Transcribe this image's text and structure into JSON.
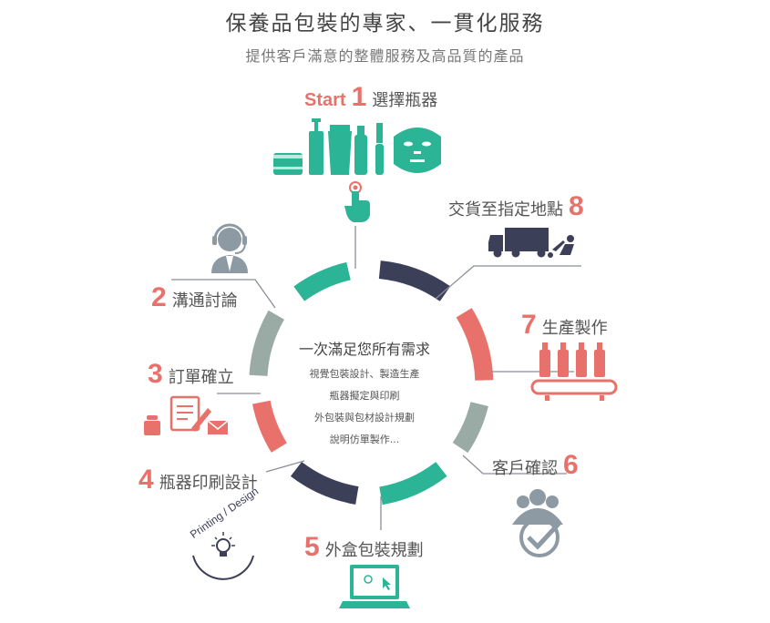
{
  "header": {
    "title": "保養品包裝的專家、一貫化服務",
    "subtitle": "提供客戶滿意的整體服務及高品質的產品"
  },
  "center": {
    "main": "一次滿足您所有需求",
    "lines": [
      "視覺包裝設計、製造生產",
      "瓶器擬定與印刷",
      "外包裝與包材設計規劃",
      "說明仿單製作..."
    ]
  },
  "steps": {
    "s1": {
      "prefix": "Start",
      "number": "1",
      "label": "選擇瓶器"
    },
    "s2": {
      "number": "2",
      "label": "溝通討論"
    },
    "s3": {
      "number": "3",
      "label": "訂單確立"
    },
    "s4": {
      "number": "4",
      "label": "瓶器印刷設計"
    },
    "s5": {
      "number": "5",
      "label": "外盒包裝規劃"
    },
    "s6": {
      "number": "6",
      "label": "客戶確認"
    },
    "s7": {
      "number": "7",
      "label": "生產製作"
    },
    "s8": {
      "number": "8",
      "label": "交貨至指定地點"
    }
  },
  "badge": {
    "text": "Printing / Design"
  },
  "colors": {
    "teal": "#2bb495",
    "coral": "#e8726b",
    "gray": "#9aaba5",
    "navy": "#3c3f58"
  }
}
